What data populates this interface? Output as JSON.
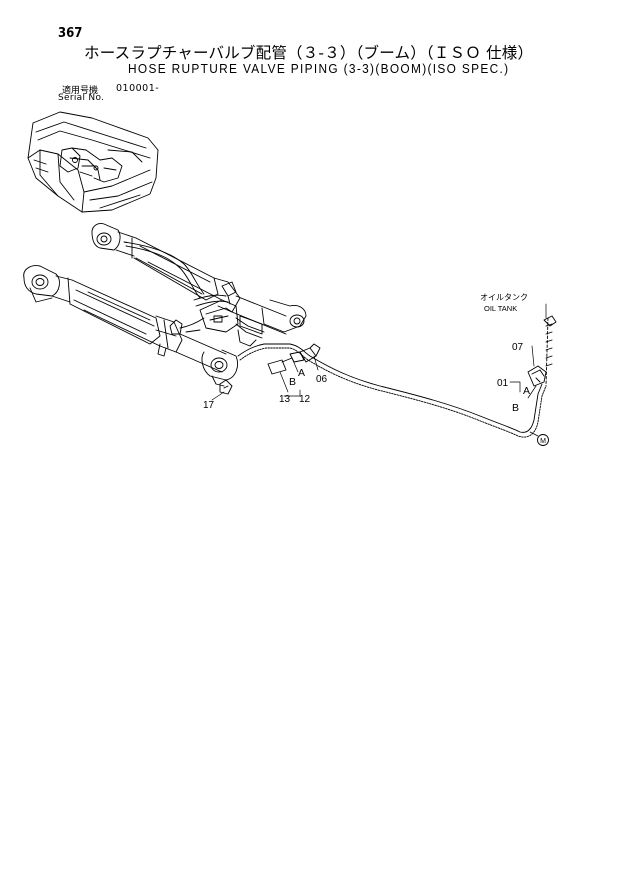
{
  "header": {
    "page_number": "367",
    "title_jp": "ホースラプチャーバルブ配管（３-３）（ブーム）（ＩＳＯ 仕様）",
    "title_en": "HOSE RUPTURE VALVE PIPING (3-3)(BOOM)(ISO SPEC.)",
    "serial_label_jp": "適用号機",
    "serial_value": "010001-",
    "serial_label_en": "Serial No."
  },
  "diagram": {
    "oil_tank_jp": "オイルタンク",
    "oil_tank_en": "OIL TANK",
    "callouts": {
      "p17": "17",
      "p13": "13",
      "p12": "12",
      "p06": "06",
      "pB1": "B",
      "pA1": "A",
      "p07": "07",
      "p01": "01",
      "pA2": "A",
      "pB2": "B",
      "pM": "M"
    }
  }
}
